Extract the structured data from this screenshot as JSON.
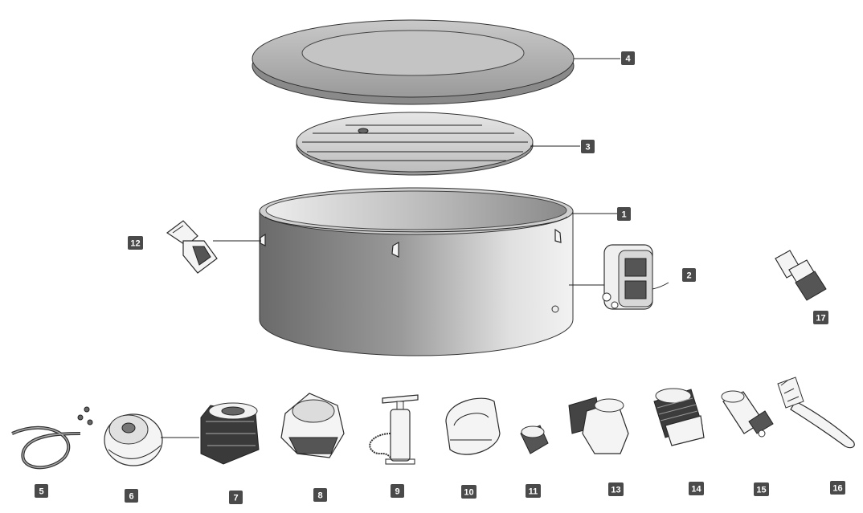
{
  "labels": {
    "p1": "1",
    "p2": "2",
    "p3": "3",
    "p4": "4",
    "p5": "5",
    "p6": "6",
    "p7": "7",
    "p8": "8",
    "p9": "9",
    "p10": "10",
    "p11": "11",
    "p12": "12",
    "p13": "13",
    "p14": "14",
    "p15": "15",
    "p16": "16",
    "p17": "17"
  },
  "colors": {
    "label_bg": "#4a4a4a",
    "label_text": "#ffffff",
    "outline": "#2a2a2a"
  }
}
